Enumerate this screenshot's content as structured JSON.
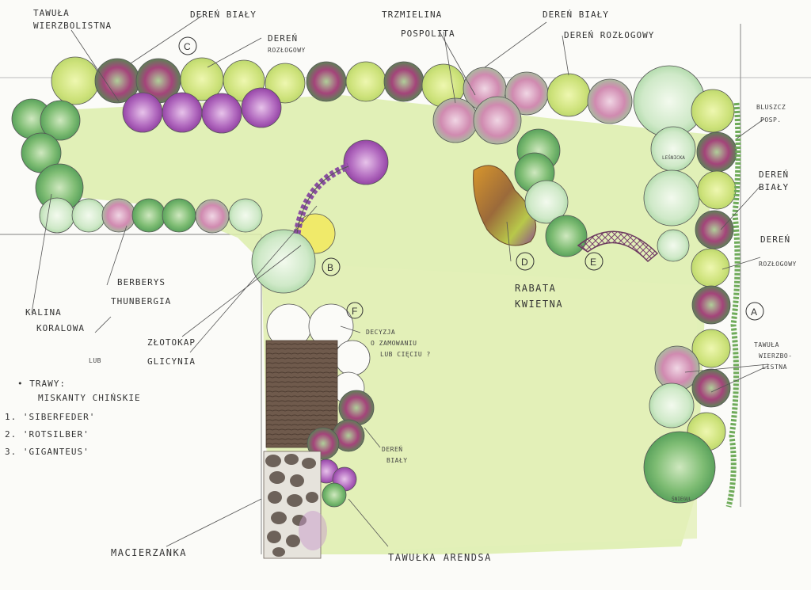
{
  "labels": {
    "tawula_l1": "TAWUŁA",
    "tawula_l2": "WIERZBOLISTNA",
    "deren_bialy_top1": "DEREŃ BIAŁY",
    "deren_rozlog_top1_l1": "DEREŃ",
    "deren_rozlog_top1_l2": "ROZŁOGOWY",
    "trzmielina_l1": "TRZMIELINA",
    "trzmielina_l2": "POSPOLITA",
    "deren_bialy_top2": "DEREŃ BIAŁY",
    "deren_rozlog_top2": "DEREŃ ROZŁOGOWY",
    "bluszcz_l1": "BLUSZCZ",
    "bluszcz_l2": "POSP.",
    "deren_bialy_r_l1": "DEREŃ",
    "deren_bialy_r_l2": "BIAŁY",
    "deren_rozlog_r_l1": "DEREŃ",
    "deren_rozlog_r_l2": "ROZŁOGOWY",
    "tawula_r_l1": "TAWUŁA",
    "tawula_r_l2": "WIERZBO-",
    "tawula_r_l3": "LISTNA",
    "rabata_l1": "RABATA",
    "rabata_l2": "KWIETNA",
    "decyzja_l1": "DECYZJA",
    "decyzja_l2": "O ZAMOWANIU",
    "decyzja_l3": "LUB CIĘCIU ?",
    "deren_bialy_mid_l1": "DEREŃ",
    "deren_bialy_mid_l2": "BIAŁY",
    "berberys_l1": "BERBERYS",
    "berberys_l2": "THUNBERGIA",
    "kalina_l1": "KALINA",
    "kalina_l2": "KORALOWA",
    "zlotokap_l1": "ZŁOTOKAP",
    "zlotokap_l2": "GLICYNIA",
    "lub": "LUB",
    "trawy": "• TRAWY:",
    "miskant": "MISKANTY CHIŃSKIE",
    "grass1": "1. 'SIBERFEDER'",
    "grass2": "2. 'ROTSILBER'",
    "grass3": "3. 'GIGANTEUS'",
    "macierzanka": "MACIERZANKA",
    "tawulka": "TAWUŁKA ARENDSA",
    "lesnicka": "LEŚNICKA",
    "snieg": "ŚNIEGUL."
  },
  "markers": {
    "A": "A",
    "B": "B",
    "C": "C",
    "D": "D",
    "E": "E",
    "F": "F"
  },
  "colors": {
    "lawn": "#d9ec9a",
    "lime": "#cde27a",
    "green": "#5fa25a",
    "purple": "#a24fb0",
    "magenta": "#b53a6f",
    "soil": "#6f5a4c",
    "stone": "#6d625a",
    "orange": "#d89a2f",
    "ink": "#333333"
  }
}
